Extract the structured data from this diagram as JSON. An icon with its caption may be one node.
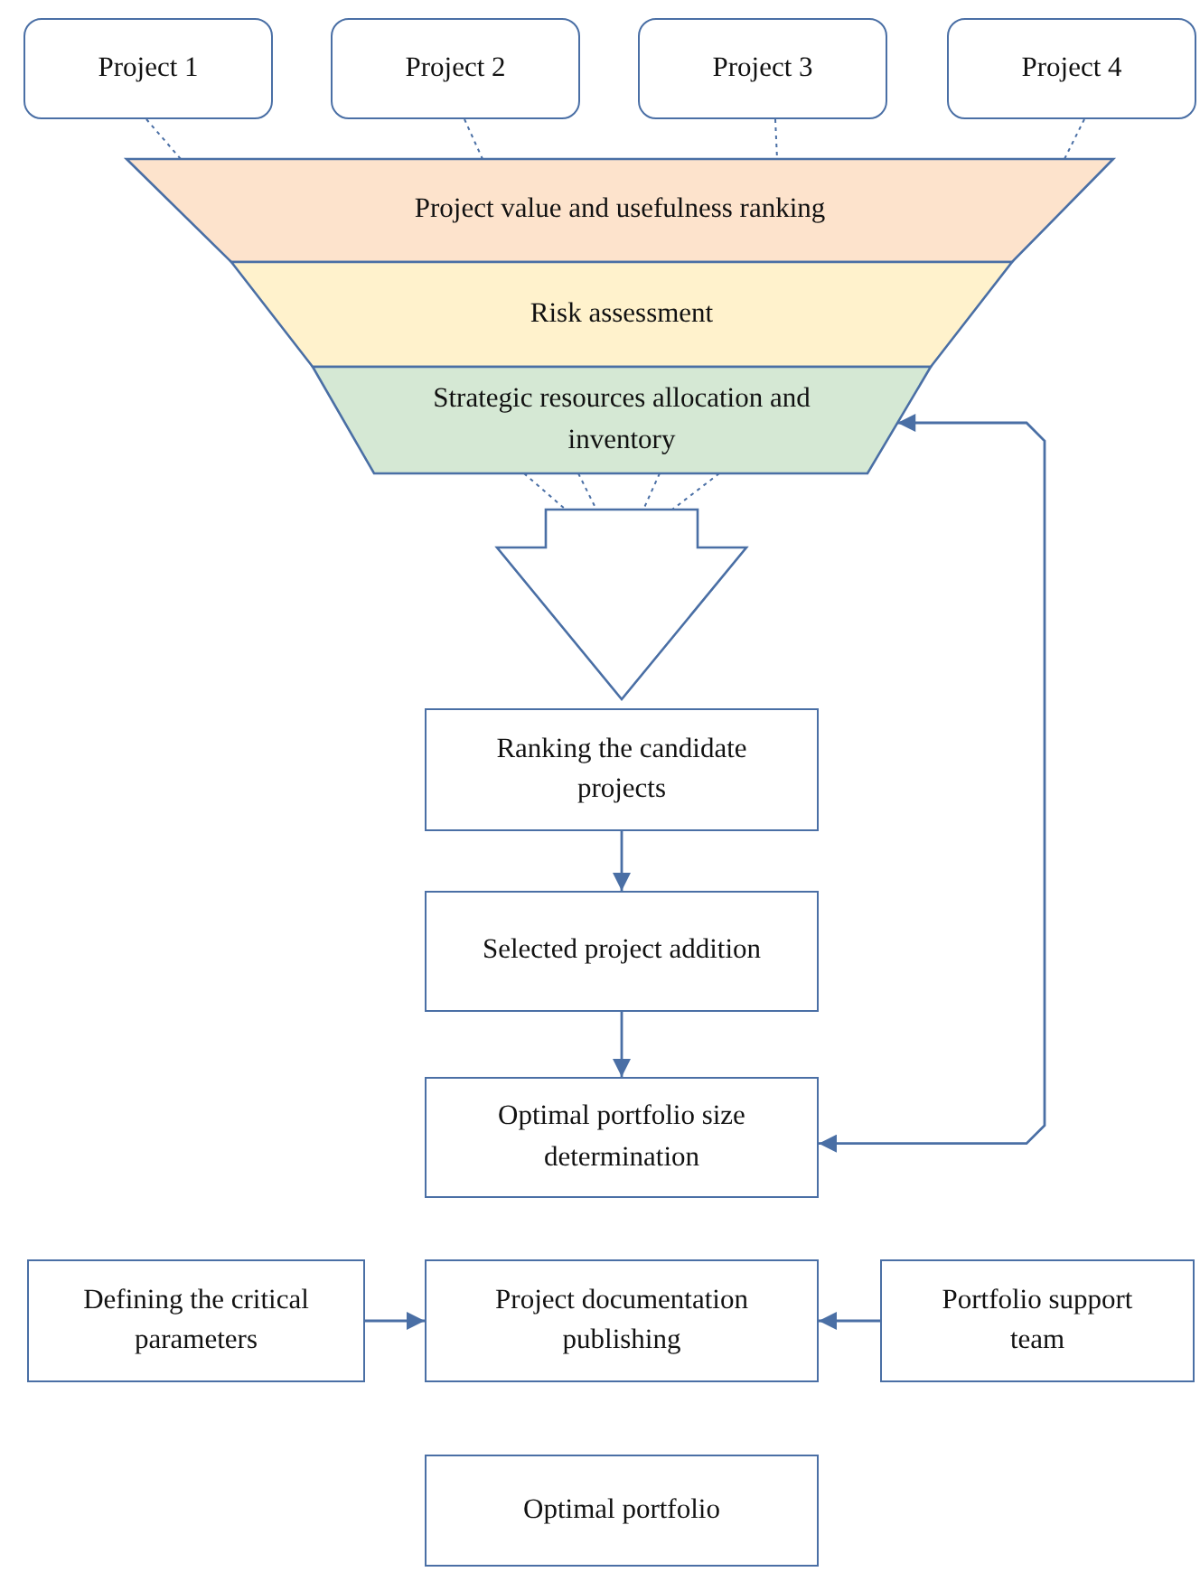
{
  "diagram": {
    "nodes": [
      {
        "text": [
          "Project 1"
        ]
      },
      {
        "text": [
          "Project 2"
        ]
      },
      {
        "text": [
          "Project 3"
        ]
      },
      {
        "text": [
          "Project 4"
        ]
      },
      {
        "text": [
          "Project value and usefulness ranking"
        ]
      },
      {
        "text": [
          "Risk assessment"
        ]
      },
      {
        "text": [
          "Strategic resources allocation and inventory"
        ]
      },
      {
        "text": [
          "Ranking the candidate projects"
        ]
      },
      {
        "text": [
          "Selected project addition"
        ]
      },
      {
        "text": [
          "Optimal portfolio size determination"
        ]
      },
      {
        "text": [
          "Defining the critical parameters"
        ]
      },
      {
        "text": [
          "Project documentation publishing"
        ]
      },
      {
        "text": [
          "Portfolio support team"
        ]
      },
      {
        "text": [
          "Optimal portfolio"
        ]
      }
    ],
    "edges": [
      {
        "from": 0,
        "to": 4,
        "arrow": "none",
        "style": "dashed"
      },
      {
        "from": 1,
        "to": 4,
        "arrow": "none",
        "style": "dashed"
      },
      {
        "from": 2,
        "to": 4,
        "arrow": "none",
        "style": "dashed"
      },
      {
        "from": 3,
        "to": 4,
        "arrow": "none",
        "style": "dashed"
      },
      {
        "from": 6,
        "to": 7,
        "arrow": "to",
        "style": "thick"
      },
      {
        "from": 7,
        "to": 8,
        "arrow": "to"
      },
      {
        "from": 8,
        "to": 9,
        "arrow": "to"
      },
      {
        "from": 9,
        "to": 6,
        "arrow": "both"
      },
      {
        "from": 10,
        "to": 11,
        "arrow": "to"
      },
      {
        "from": 12,
        "to": 11,
        "arrow": "to"
      }
    ]
  }
}
